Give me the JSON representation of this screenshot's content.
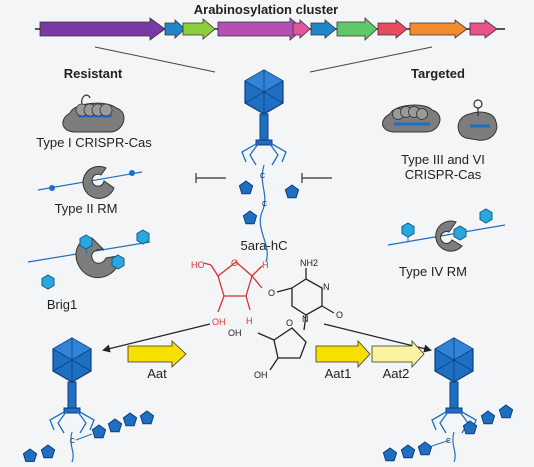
{
  "title": "Arabinosylation cluster",
  "resistant": "Resistant",
  "targeted": "Targeted",
  "left": {
    "type1": "Type I CRISPR-Cas",
    "type2": "Type II RM",
    "brig1": "Brig1"
  },
  "right": {
    "type3_line1": "Type III and VI",
    "type3_line2": "CRISPR-Cas",
    "type4": "Type IV RM"
  },
  "center": {
    "modification": "5ara-hC"
  },
  "chem": {
    "nh2": "NH2",
    "n": "N",
    "o": "O",
    "oh": "OH",
    "ho": "HO",
    "h": "H"
  },
  "enzymes": {
    "aat": "Aat",
    "aat1": "Aat1",
    "aat2": "Aat2"
  },
  "colors": {
    "background": "#f4f5f7",
    "phage_blue": "#1e6fc2",
    "sugar_red": "#d93030",
    "enzyme_yellow": "#f5e000",
    "gene_purple": "#7a3aa6",
    "gene_teal": "#1f86c9",
    "gene_green": "#8ccf3a",
    "gene_magenta": "#b54fb6",
    "gene_pink": "#e0579c",
    "gene_lightgreen": "#5ec86a",
    "gene_red": "#e94a5e",
    "gene_orange": "#f28a2e",
    "gene_rose": "#e8528a"
  }
}
